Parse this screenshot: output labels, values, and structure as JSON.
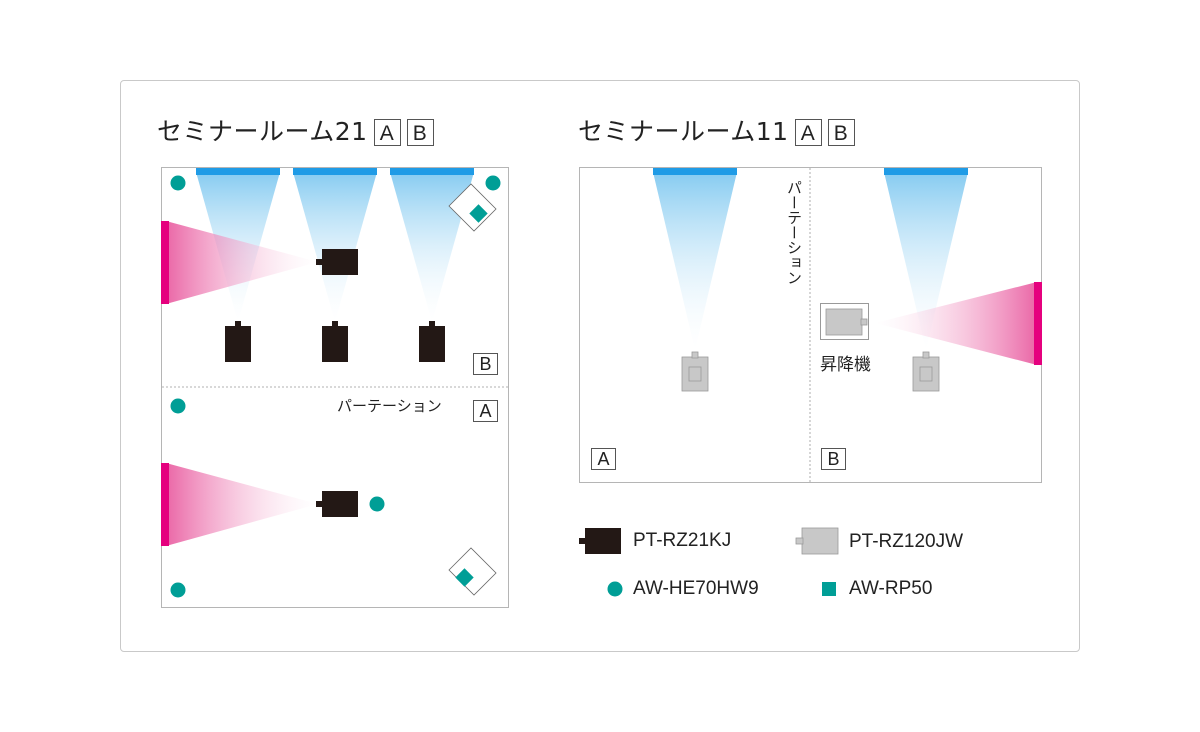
{
  "rooms": {
    "left": {
      "title": "セミナールーム21",
      "badge_a": "A",
      "badge_b": "B",
      "zone_b": "B",
      "zone_a": "A",
      "partition": "パーテーション"
    },
    "right": {
      "title": "セミナールーム11",
      "badge_a": "A",
      "badge_b": "B",
      "partition": "パーテーション",
      "lift": "昇降機",
      "zone_a": "A",
      "zone_b": "B"
    }
  },
  "legend": {
    "projector_dark": "PT-RZ21KJ",
    "projector_gray": "PT-RZ120JW",
    "camera": "AW-HE70HW9",
    "controller": "AW-RP50"
  },
  "colors": {
    "screen_blue": "#1f9be6",
    "screen_magenta": "#e5007e",
    "projector_dark": "#231815",
    "projector_gray": "#c8c8c8",
    "teal": "#009e96"
  }
}
